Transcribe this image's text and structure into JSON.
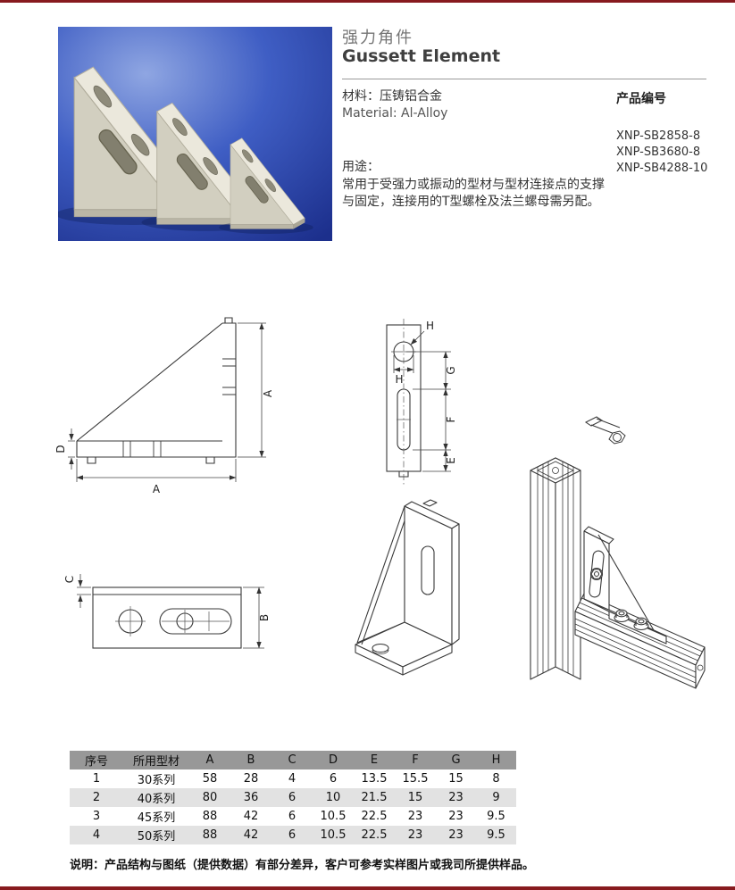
{
  "header": {
    "title_cn": "强力角件",
    "title_en": "Gussett Element"
  },
  "info": {
    "material_cn": "材料：压铸铝合金",
    "material_en": "Material: Al-Alloy",
    "code_label": "产品编号",
    "codes": [
      "XNP-SB2858-8",
      "XNP-SB3680-8",
      "XNP-SB4288-10"
    ],
    "usage_label": "用途：",
    "usage_text": "常用于受强力或振动的型材与型材连接点的支撑与固定，连接用的T型螺栓及法兰螺母需另配。"
  },
  "drawings": {
    "side": {
      "dim_a_vertical": "A",
      "dim_a_horizontal": "A",
      "dim_d": "D"
    },
    "front": {
      "dim_h_leader": "H",
      "dim_h_width": "H",
      "dim_g": "G",
      "dim_f": "F",
      "dim_e": "E"
    },
    "bottom": {
      "dim_c": "C",
      "dim_b": "B"
    }
  },
  "table": {
    "headers": [
      "序号",
      "所用型材",
      "A",
      "B",
      "C",
      "D",
      "E",
      "F",
      "G",
      "H"
    ],
    "rows": [
      [
        "1",
        "30系列",
        "58",
        "28",
        "4",
        "6",
        "13.5",
        "15.5",
        "15",
        "8"
      ],
      [
        "2",
        "40系列",
        "80",
        "36",
        "6",
        "10",
        "21.5",
        "15",
        "23",
        "9"
      ],
      [
        "3",
        "45系列",
        "88",
        "42",
        "6",
        "10.5",
        "22.5",
        "23",
        "23",
        "9.5"
      ],
      [
        "4",
        "50系列",
        "88",
        "42",
        "6",
        "10.5",
        "22.5",
        "23",
        "23",
        "9.5"
      ]
    ]
  },
  "note": "说明：产品结构与图纸（提供数据）有部分差异，客户可参考实样图片或我司所提供样品。",
  "colors": {
    "accent_rule": "#871a1e",
    "table_header_bg": "#989898",
    "table_stripe_bg": "#e2e2e2",
    "photo_background_blue": "#3f5ec4"
  }
}
